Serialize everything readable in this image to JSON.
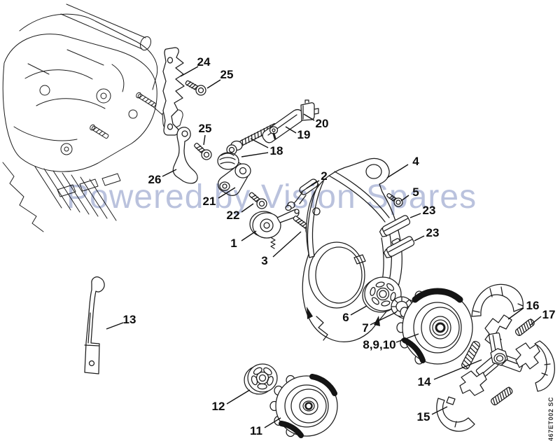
{
  "diagram": {
    "watermark": "Powered by Vision Spares",
    "doc_code": "467ET002 SC",
    "colors": {
      "line": "#1c1c1c",
      "watermark": "#b7bfdc",
      "background": "#ffffff"
    },
    "labels": [
      {
        "part": "24"
      },
      {
        "part": "25"
      },
      {
        "part": "25"
      },
      {
        "part": "26"
      },
      {
        "part": "18"
      },
      {
        "part": "19"
      },
      {
        "part": "20"
      },
      {
        "part": "21"
      },
      {
        "part": "22"
      },
      {
        "part": "1"
      },
      {
        "part": "2"
      },
      {
        "part": "3"
      },
      {
        "part": "4"
      },
      {
        "part": "5"
      },
      {
        "part": "23"
      },
      {
        "part": "23"
      },
      {
        "part": "6"
      },
      {
        "part": "7"
      },
      {
        "part": "8,9,10"
      },
      {
        "part": "13"
      },
      {
        "part": "12"
      },
      {
        "part": "11"
      },
      {
        "part": "14"
      },
      {
        "part": "15"
      },
      {
        "part": "16"
      },
      {
        "part": "17"
      }
    ]
  }
}
